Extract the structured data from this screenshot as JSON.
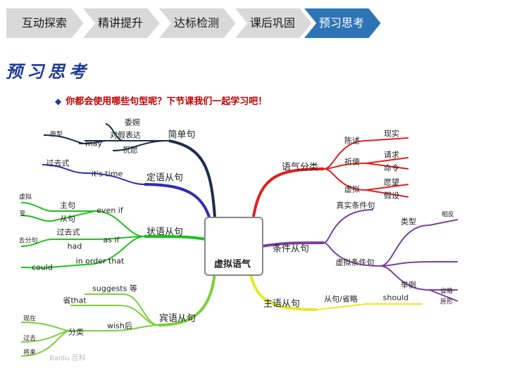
{
  "nav": {
    "tabs": [
      {
        "label": "互动探索",
        "active": false
      },
      {
        "label": "精讲提升",
        "active": false
      },
      {
        "label": "达标检测",
        "active": false
      },
      {
        "label": "课后巩固",
        "active": false
      },
      {
        "label": "预习思考",
        "active": true
      }
    ],
    "colors": {
      "inactive": "#d9d9d9",
      "active": "#2e74b5"
    }
  },
  "section_title": "预习思考",
  "question": "你都会使用哪些句型呢？下节课我们一起学习吧！",
  "mindmap": {
    "center": "虚拟语气",
    "left": {
      "top_branch": {
        "label": "简单句",
        "children": [
          "委婉",
          "对假表达",
          "祝愿"
        ],
        "subs": [
          "原型",
          "may"
        ]
      },
      "definite": {
        "label": "定语从句",
        "subs": [
          "过去式",
          "it's time"
        ]
      },
      "adverbial": {
        "label": "状语从句",
        "subs": [
          "主句",
          "从句",
          "even if",
          "过去式",
          "had",
          "as if",
          "could",
          "in order that"
        ],
        "edge_fragments": [
          "虚拟",
          "变",
          "去分句"
        ]
      },
      "object": {
        "label": "宾语从句",
        "subs": [
          "suggests 等",
          "省that",
          "wish后",
          "分类",
          "现在",
          "过去",
          "将来"
        ]
      }
    },
    "right": {
      "mood": {
        "label": "语气分类",
        "subs": [
          "陈述",
          "祈使",
          "虚拟"
        ],
        "leaves": [
          "现实",
          "请求",
          "命令",
          "愿望",
          "假设"
        ]
      },
      "conditional": {
        "label": "条件从句",
        "subs": [
          "真实条件句",
          "虚拟条件句",
          "类型",
          "举例"
        ],
        "leaves": [
          "相反"
        ]
      },
      "subject": {
        "label": "主语从句",
        "subs": [
          "从句/省略",
          "should",
          "省略",
          "原形"
        ]
      }
    },
    "watermark": "Baidu 百科",
    "branch_colors": {
      "top": "#1c2f4a",
      "definite": "#2f2fb0",
      "adverbial": "#1ec11e",
      "object": "#7ccf3a",
      "mood": "#e02020",
      "conditional": "#7a3fa0",
      "subject": "#e8e820"
    }
  }
}
